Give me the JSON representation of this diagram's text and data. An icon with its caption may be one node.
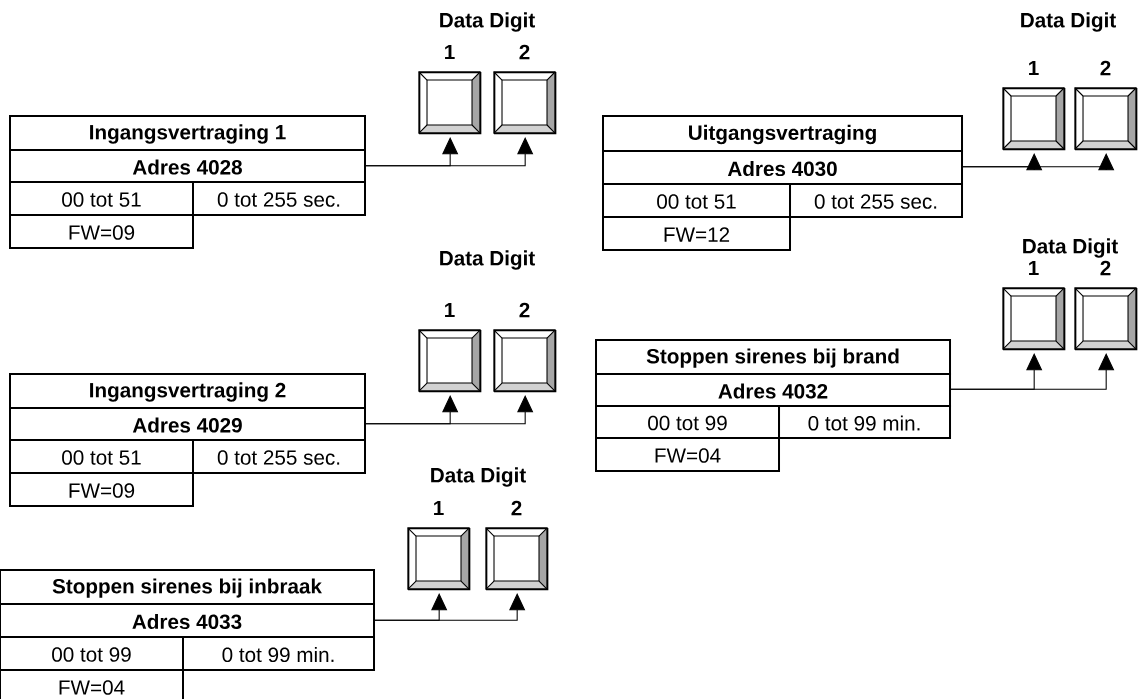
{
  "diagram": {
    "nodes": [
      {
        "text": [
          "Ingangsvertraging 1",
          "Adres 4028",
          "00 tot 51",
          "0 tot 255 sec.",
          "FW=09"
        ]
      },
      {
        "text": [
          "1"
        ]
      },
      {
        "text": [
          "2"
        ]
      },
      {
        "text": [
          "Uitgangsvertraging",
          "Adres 4030",
          "00 tot 51",
          "0 tot 255 sec.",
          "FW=12"
        ]
      },
      {
        "text": [
          "1"
        ]
      },
      {
        "text": [
          "2"
        ]
      },
      {
        "text": [
          "Ingangsvertraging 2",
          "Adres 4029",
          "00 tot 51",
          "0 tot 255 sec.",
          "FW=09"
        ]
      },
      {
        "text": [
          "1"
        ]
      },
      {
        "text": [
          "2"
        ]
      },
      {
        "text": [
          "Stoppen sirenes bij brand",
          "Adres 4032",
          "00 tot 99",
          "0 tot 99 min.",
          "FW=04"
        ]
      },
      {
        "text": [
          "1"
        ]
      },
      {
        "text": [
          "2"
        ]
      },
      {
        "text": [
          "Stoppen sirenes bij inbraak",
          "Adres 4033",
          "00 tot 99",
          "0 tot 99 min.",
          "FW=04"
        ]
      },
      {
        "text": [
          "1"
        ]
      },
      {
        "text": [
          "2"
        ]
      }
    ],
    "edges": [
      {
        "from": 0,
        "to": 1,
        "arrow": "to"
      },
      {
        "from": 0,
        "to": 2,
        "arrow": "to"
      },
      {
        "from": 3,
        "to": 4,
        "arrow": "to"
      },
      {
        "from": 3,
        "to": 5,
        "arrow": "to"
      },
      {
        "from": 6,
        "to": 7,
        "arrow": "to"
      },
      {
        "from": 6,
        "to": 8,
        "arrow": "to"
      },
      {
        "from": 9,
        "to": 10,
        "arrow": "to"
      },
      {
        "from": 9,
        "to": 11,
        "arrow": "to"
      },
      {
        "from": 12,
        "to": 13,
        "arrow": "to"
      },
      {
        "from": 12,
        "to": 14,
        "arrow": "to"
      }
    ],
    "labels": [
      "Data Digit",
      "Data Digit",
      "Data Digit",
      "Data Digit",
      "Data Digit"
    ]
  }
}
